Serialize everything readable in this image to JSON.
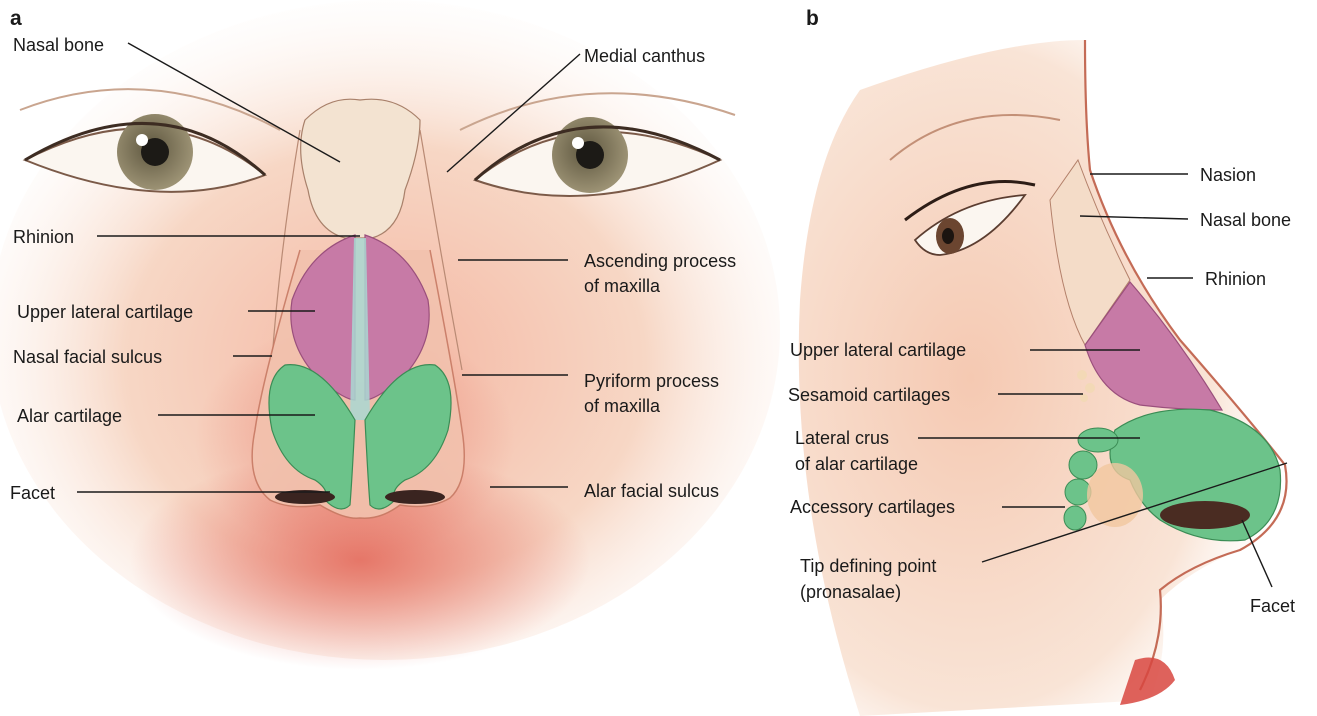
{
  "panels": [
    {
      "letter": "a",
      "labels": [
        {
          "id": "nasal-bone",
          "text": "Nasal bone"
        },
        {
          "id": "medial-canthus",
          "text": "Medial canthus"
        },
        {
          "id": "rhinion",
          "text": "Rhinion"
        },
        {
          "id": "ascending-process-1",
          "text": "Ascending process"
        },
        {
          "id": "ascending-process-2",
          "text": "of maxilla"
        },
        {
          "id": "upper-lateral-cartilage",
          "text": "Upper lateral cartilage"
        },
        {
          "id": "nasal-facial-sulcus",
          "text": "Nasal facial sulcus"
        },
        {
          "id": "pyriform-process-1",
          "text": "Pyriform process"
        },
        {
          "id": "pyriform-process-2",
          "text": "of maxilla"
        },
        {
          "id": "alar-cartilage",
          "text": "Alar cartilage"
        },
        {
          "id": "facet",
          "text": "Facet"
        },
        {
          "id": "alar-facial-sulcus",
          "text": "Alar facial sulcus"
        }
      ]
    },
    {
      "letter": "b",
      "labels": [
        {
          "id": "nasion",
          "text": "Nasion"
        },
        {
          "id": "nasal-bone",
          "text": "Nasal bone"
        },
        {
          "id": "rhinion",
          "text": "Rhinion"
        },
        {
          "id": "upper-lateral-cartilage",
          "text": "Upper lateral cartilage"
        },
        {
          "id": "sesamoid-cartilages",
          "text": "Sesamoid cartilages"
        },
        {
          "id": "lateral-crus-1",
          "text": "Lateral crus"
        },
        {
          "id": "lateral-crus-2",
          "text": "of alar cartilage"
        },
        {
          "id": "accessory-cartilages",
          "text": "Accessory cartilages"
        },
        {
          "id": "tip-defining-1",
          "text": "Tip defining point"
        },
        {
          "id": "tip-defining-2",
          "text": "(pronasalae)"
        },
        {
          "id": "facet",
          "text": "Facet"
        }
      ]
    }
  ],
  "colors": {
    "skin_light": "#f6dccb",
    "skin_red": "#e2685a",
    "upper_lateral_cartilage": "#c77aa6",
    "alar_cartilage": "#6cc38a",
    "iris": "#8a7f62",
    "bone": "#f1e2cf"
  }
}
